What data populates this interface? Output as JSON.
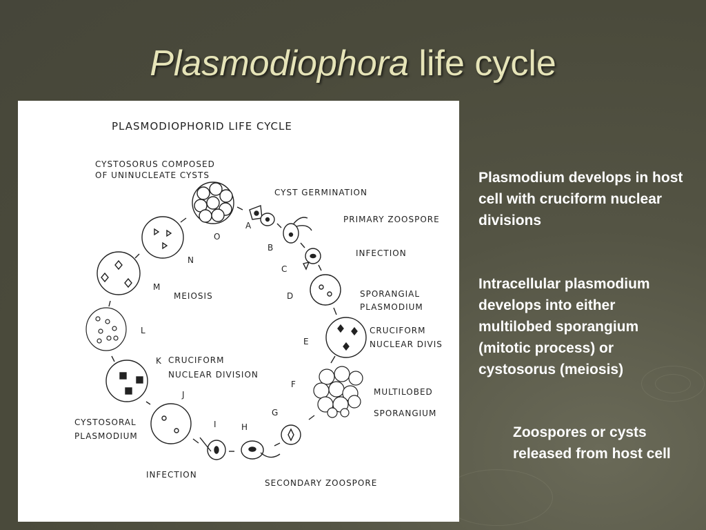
{
  "slide": {
    "title_italic": "Plasmodiophora",
    "title_rest": " life cycle"
  },
  "diagram": {
    "heading": "PLASMODIOPHORID LIFE CYCLE",
    "labels": {
      "cystosorus_1": "CYSTOSORUS COMPOSED",
      "cystosorus_2": "OF UNINUCLEATE CYSTS",
      "cyst_germination": "CYST GERMINATION",
      "primary_zoospore": "PRIMARY ZOOSPORE",
      "infection_top": "INFECTION",
      "sporangial_1": "SPORANGIAL",
      "sporangial_2": "PLASMODIUM",
      "cruciform_right_1": "CRUCIFORM",
      "cruciform_right_2": "NUCLEAR DIVIS",
      "multilobed_1": "MULTILOBED",
      "multilobed_2": "SPORANGIUM",
      "secondary_zoospore": "SECONDARY ZOOSPORE",
      "infection_bottom": "INFECTION",
      "cystosoral_1": "CYSTOSORAL",
      "cystosoral_2": "PLASMODIUM",
      "cruciform_inner_1": "CRUCIFORM",
      "cruciform_inner_2": "NUCLEAR DIVISION",
      "meiosis": "MEIOSIS"
    },
    "letters": {
      "A": "A",
      "B": "B",
      "C": "C",
      "D": "D",
      "E": "E",
      "F": "F",
      "G": "G",
      "H": "H",
      "I": "I",
      "J": "J",
      "K": "K",
      "L": "L",
      "M": "M",
      "N": "N",
      "O": "O"
    }
  },
  "notes": {
    "note1": "Plasmodium develops in host cell with cruciform nuclear divisions",
    "note2": "Intracellular plasmodium develops into either multilobed sporangium (mitotic process) or cystosorus (meiosis)",
    "note3": "Zoospores or cysts released from host cell"
  }
}
